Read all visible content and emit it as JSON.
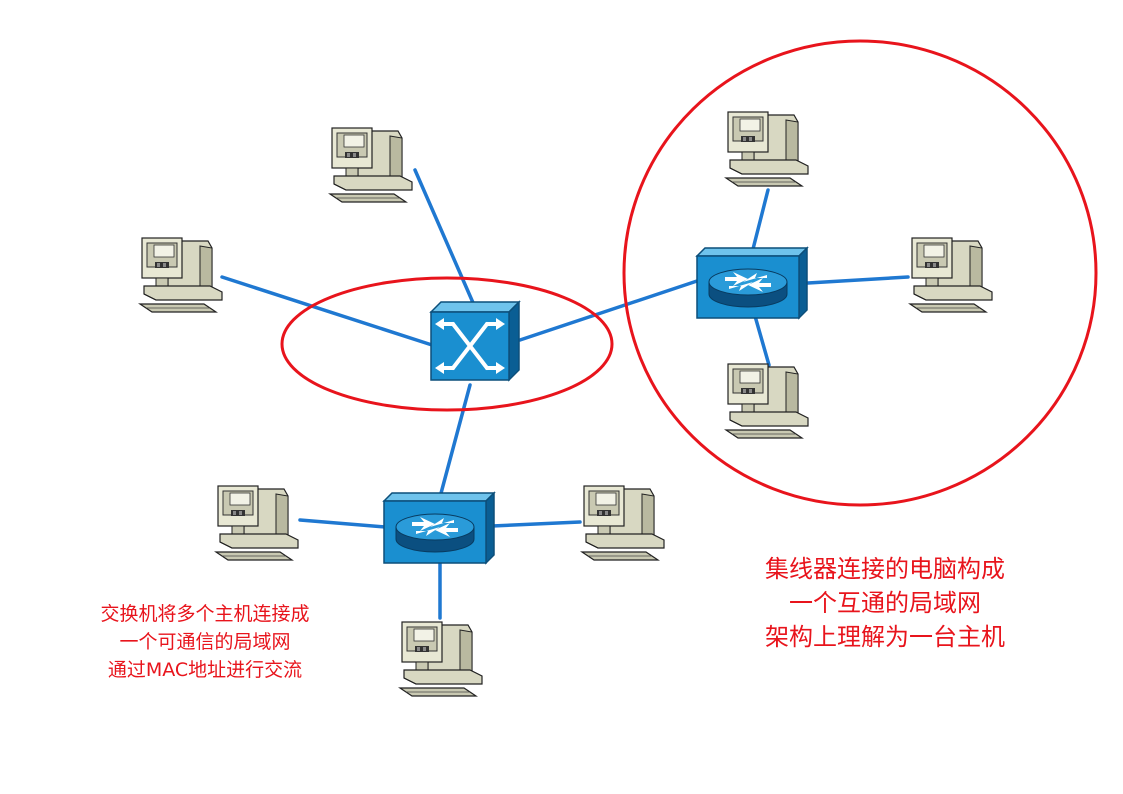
{
  "diagram": {
    "nodes": [
      {
        "id": "switch",
        "kind": "switch-icon"
      },
      {
        "id": "hub_top",
        "kind": "hub-icon"
      },
      {
        "id": "hub_bottom",
        "kind": "hub-icon"
      },
      {
        "id": "pc_top",
        "kind": "computer-icon"
      },
      {
        "id": "pc_left",
        "kind": "computer-icon"
      },
      {
        "id": "pc_h1_top",
        "kind": "computer-icon"
      },
      {
        "id": "pc_h1_right",
        "kind": "computer-icon"
      },
      {
        "id": "pc_h1_bottom",
        "kind": "computer-icon"
      },
      {
        "id": "pc_h2_left",
        "kind": "computer-icon"
      },
      {
        "id": "pc_h2_right",
        "kind": "computer-icon"
      },
      {
        "id": "pc_h2_bottom",
        "kind": "computer-icon"
      }
    ],
    "edges": [
      [
        "switch",
        "pc_top"
      ],
      [
        "switch",
        "pc_left"
      ],
      [
        "switch",
        "hub_top"
      ],
      [
        "switch",
        "hub_bottom"
      ],
      [
        "hub_top",
        "pc_h1_top"
      ],
      [
        "hub_top",
        "pc_h1_right"
      ],
      [
        "hub_top",
        "pc_h1_bottom"
      ],
      [
        "hub_bottom",
        "pc_h2_left"
      ],
      [
        "hub_bottom",
        "pc_h2_right"
      ],
      [
        "hub_bottom",
        "pc_h2_bottom"
      ]
    ],
    "colors": {
      "link": "#1f78d1",
      "highlight": "#e8141c",
      "device_fill": "#1a8fd0",
      "computer_fill": "#d9d9c6"
    }
  },
  "annotations": {
    "left_lines": [
      "交换机将多个主机连接成",
      "一个可通信的局域网",
      "通过MAC地址进行交流"
    ],
    "right_lines": [
      "集线器连接的电脑构成",
      "一个互通的局域网",
      "架构上理解为一台主机"
    ]
  }
}
